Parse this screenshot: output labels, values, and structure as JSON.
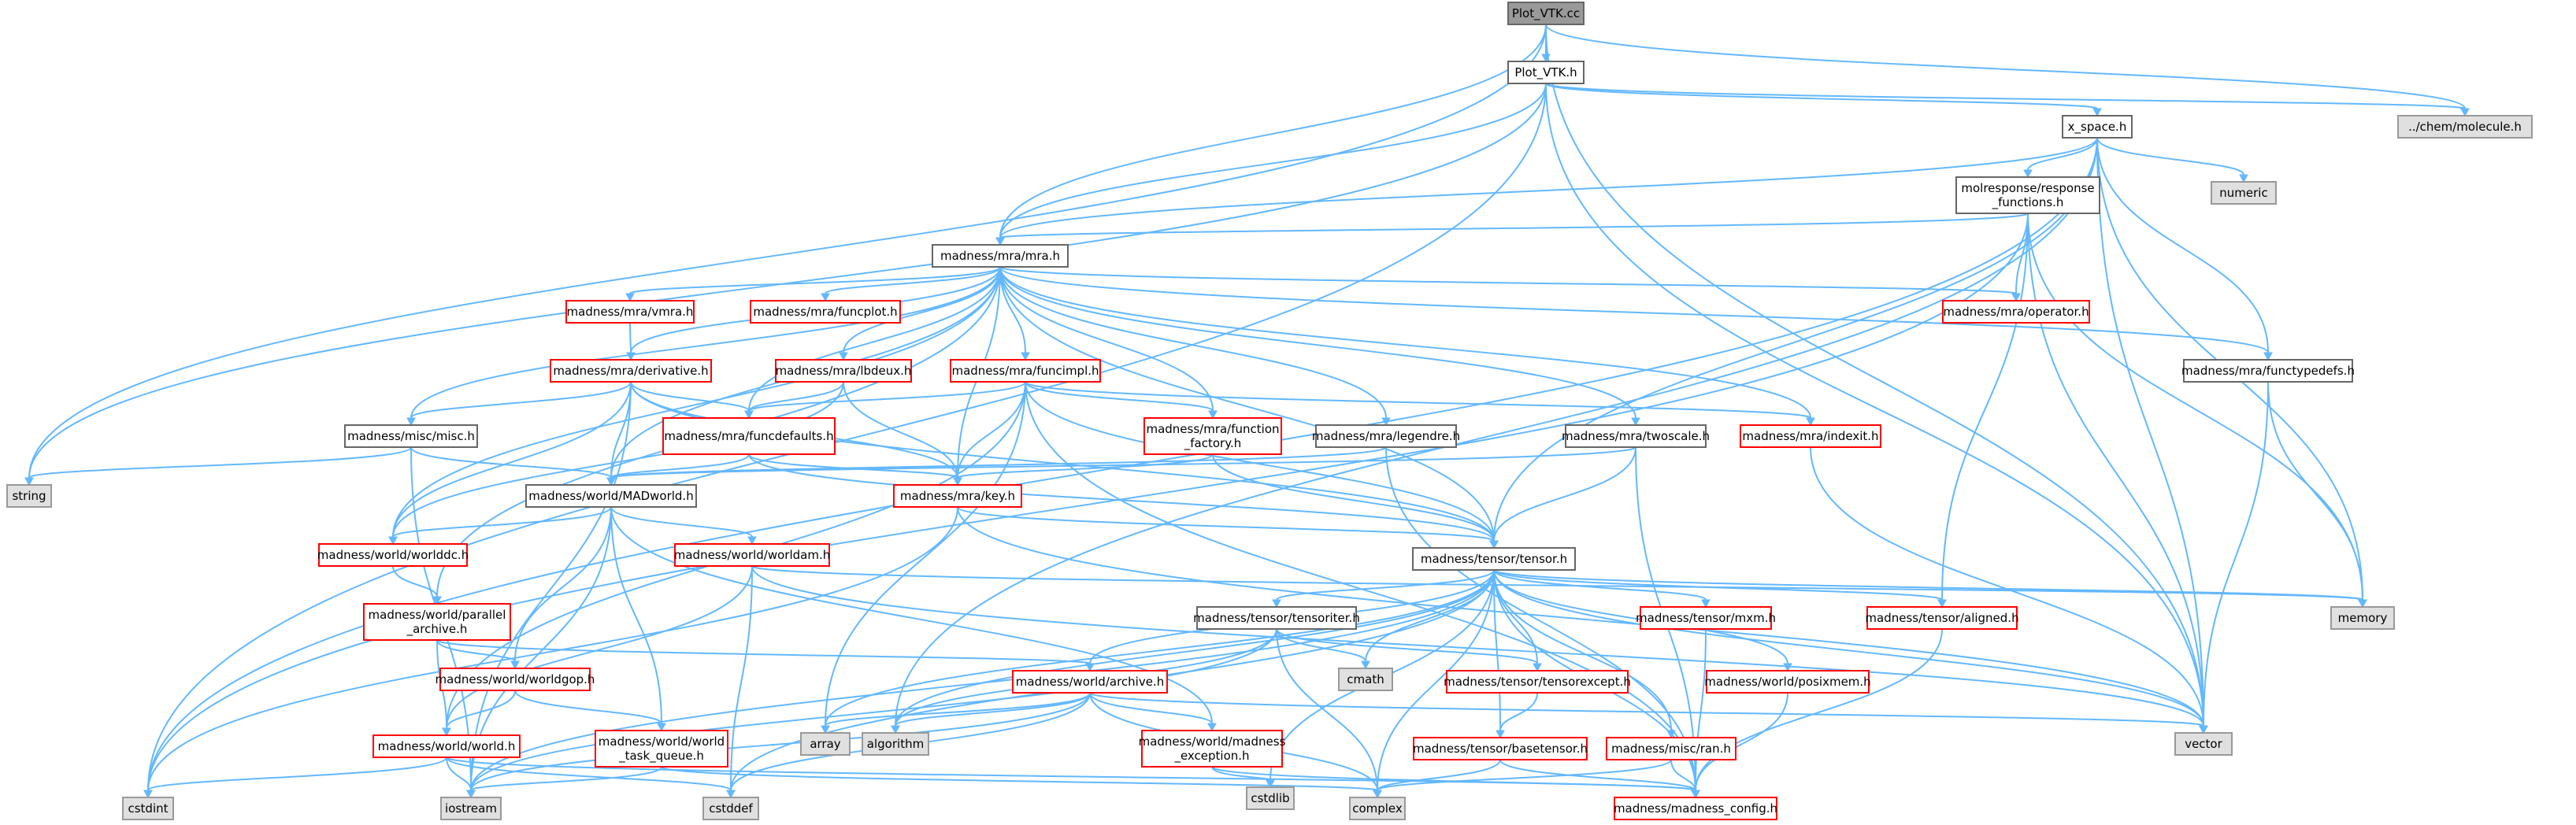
{
  "colors": {
    "root_fill": "#999999",
    "root_stroke": "#666666",
    "node_fill": "#ffffff",
    "node_stroke_normal": "#666666",
    "node_stroke_truncated": "#ff0000",
    "system_fill": "#e0e0e0",
    "system_stroke": "#999999",
    "edge": "#63b8ff"
  },
  "nodes": {
    "plot_vtk_cc": {
      "lines": [
        "Plot_VTK.cc"
      ],
      "kind": "root"
    },
    "plot_vtk_h": {
      "lines": [
        "Plot_VTK.h"
      ],
      "kind": "normal"
    },
    "chem_molecule": {
      "lines": [
        "../chem/molecule.h"
      ],
      "kind": "system"
    },
    "x_space": {
      "lines": [
        "x_space.h"
      ],
      "kind": "normal"
    },
    "molresponse": {
      "lines": [
        "molresponse/response",
        "_functions.h"
      ],
      "kind": "normal"
    },
    "numeric": {
      "lines": [
        "numeric"
      ],
      "kind": "system"
    },
    "mra": {
      "lines": [
        "madness/mra/mra.h"
      ],
      "kind": "normal"
    },
    "vmra": {
      "lines": [
        "madness/mra/vmra.h"
      ],
      "kind": "truncated"
    },
    "funcplot": {
      "lines": [
        "madness/mra/funcplot.h"
      ],
      "kind": "truncated"
    },
    "operator": {
      "lines": [
        "madness/mra/operator.h"
      ],
      "kind": "truncated"
    },
    "derivative": {
      "lines": [
        "madness/mra/derivative.h"
      ],
      "kind": "truncated"
    },
    "lbdeux": {
      "lines": [
        "madness/mra/lbdeux.h"
      ],
      "kind": "truncated"
    },
    "funcimpl": {
      "lines": [
        "madness/mra/funcimpl.h"
      ],
      "kind": "truncated"
    },
    "functypedefs": {
      "lines": [
        "madness/mra/functypedefs.h"
      ],
      "kind": "normal"
    },
    "misc": {
      "lines": [
        "madness/misc/misc.h"
      ],
      "kind": "normal"
    },
    "funcdefaults": {
      "lines": [
        "madness/mra/funcdefaults.h"
      ],
      "kind": "truncated"
    },
    "function_factory": {
      "lines": [
        "madness/mra/function",
        "_factory.h"
      ],
      "kind": "truncated"
    },
    "legendre": {
      "lines": [
        "madness/mra/legendre.h"
      ],
      "kind": "normal"
    },
    "twoscale": {
      "lines": [
        "madness/mra/twoscale.h"
      ],
      "kind": "normal"
    },
    "indexit": {
      "lines": [
        "madness/mra/indexit.h"
      ],
      "kind": "truncated"
    },
    "string": {
      "lines": [
        "string"
      ],
      "kind": "system"
    },
    "madworld": {
      "lines": [
        "madness/world/MADworld.h"
      ],
      "kind": "normal"
    },
    "key": {
      "lines": [
        "madness/mra/key.h"
      ],
      "kind": "truncated"
    },
    "worlddc": {
      "lines": [
        "madness/world/worlddc.h"
      ],
      "kind": "truncated"
    },
    "worldam": {
      "lines": [
        "madness/world/worldam.h"
      ],
      "kind": "truncated"
    },
    "tensor": {
      "lines": [
        "madness/tensor/tensor.h"
      ],
      "kind": "normal"
    },
    "memory": {
      "lines": [
        "memory"
      ],
      "kind": "system"
    },
    "parallel_archive": {
      "lines": [
        "madness/world/parallel",
        "_archive.h"
      ],
      "kind": "truncated"
    },
    "tensoriter": {
      "lines": [
        "madness/tensor/tensoriter.h"
      ],
      "kind": "normal"
    },
    "mxm": {
      "lines": [
        "madness/tensor/mxm.h"
      ],
      "kind": "truncated"
    },
    "aligned": {
      "lines": [
        "madness/tensor/aligned.h"
      ],
      "kind": "truncated"
    },
    "cmath": {
      "lines": [
        "cmath"
      ],
      "kind": "system"
    },
    "worldgop": {
      "lines": [
        "madness/world/worldgop.h"
      ],
      "kind": "truncated"
    },
    "archive": {
      "lines": [
        "madness/world/archive.h"
      ],
      "kind": "truncated"
    },
    "tensorexcept": {
      "lines": [
        "madness/tensor/tensorexcept.h"
      ],
      "kind": "truncated"
    },
    "posixmem": {
      "lines": [
        "madness/world/posixmem.h"
      ],
      "kind": "truncated"
    },
    "array": {
      "lines": [
        "array"
      ],
      "kind": "system"
    },
    "algorithm": {
      "lines": [
        "algorithm"
      ],
      "kind": "system"
    },
    "vector": {
      "lines": [
        "vector"
      ],
      "kind": "system"
    },
    "world": {
      "lines": [
        "madness/world/world.h"
      ],
      "kind": "truncated"
    },
    "task_queue": {
      "lines": [
        "madness/world/world",
        "_task_queue.h"
      ],
      "kind": "truncated"
    },
    "madness_exception": {
      "lines": [
        "madness/world/madness",
        "_exception.h"
      ],
      "kind": "truncated"
    },
    "basetensor": {
      "lines": [
        "madness/tensor/basetensor.h"
      ],
      "kind": "truncated"
    },
    "ran": {
      "lines": [
        "madness/misc/ran.h"
      ],
      "kind": "truncated"
    },
    "cstdlib": {
      "lines": [
        "cstdlib"
      ],
      "kind": "system"
    },
    "cstdint": {
      "lines": [
        "cstdint"
      ],
      "kind": "system"
    },
    "iostream": {
      "lines": [
        "iostream"
      ],
      "kind": "system"
    },
    "cstddef": {
      "lines": [
        "cstddef"
      ],
      "kind": "system"
    },
    "complex": {
      "lines": [
        "complex"
      ],
      "kind": "system"
    },
    "madness_config": {
      "lines": [
        "madness/madness_config.h"
      ],
      "kind": "truncated"
    }
  },
  "edges": [
    [
      "plot_vtk_cc",
      "plot_vtk_h"
    ],
    [
      "plot_vtk_cc",
      "chem_molecule"
    ],
    [
      "plot_vtk_cc",
      "mra"
    ],
    [
      "plot_vtk_cc",
      "string"
    ],
    [
      "plot_vtk_cc",
      "vector"
    ],
    [
      "plot_vtk_h",
      "chem_molecule"
    ],
    [
      "plot_vtk_h",
      "x_space"
    ],
    [
      "plot_vtk_h",
      "mra"
    ],
    [
      "plot_vtk_h",
      "string"
    ],
    [
      "plot_vtk_h",
      "cstdint"
    ],
    [
      "plot_vtk_h",
      "vector"
    ],
    [
      "x_space",
      "molresponse"
    ],
    [
      "x_space",
      "numeric"
    ],
    [
      "x_space",
      "mra"
    ],
    [
      "x_space",
      "functypedefs"
    ],
    [
      "x_space",
      "memory"
    ],
    [
      "x_space",
      "vector"
    ],
    [
      "x_space",
      "cstdint"
    ],
    [
      "x_space",
      "tensor"
    ],
    [
      "x_space",
      "algorithm"
    ],
    [
      "molresponse",
      "mra"
    ],
    [
      "molresponse",
      "operator"
    ],
    [
      "molresponse",
      "memory"
    ],
    [
      "molresponse",
      "vector"
    ],
    [
      "molresponse",
      "cstdint"
    ],
    [
      "molresponse",
      "aligned"
    ],
    [
      "mra",
      "vmra"
    ],
    [
      "mra",
      "funcplot"
    ],
    [
      "mra",
      "operator"
    ],
    [
      "mra",
      "derivative"
    ],
    [
      "mra",
      "lbdeux"
    ],
    [
      "mra",
      "funcimpl"
    ],
    [
      "mra",
      "functypedefs"
    ],
    [
      "mra",
      "misc"
    ],
    [
      "mra",
      "funcdefaults"
    ],
    [
      "mra",
      "function_factory"
    ],
    [
      "mra",
      "legendre"
    ],
    [
      "mra",
      "twoscale"
    ],
    [
      "mra",
      "indexit"
    ],
    [
      "mra",
      "madworld"
    ],
    [
      "mra",
      "key"
    ],
    [
      "mra",
      "worlddc"
    ],
    [
      "mra",
      "tensor"
    ],
    [
      "mra",
      "parallel_archive"
    ],
    [
      "vmra",
      "derivative"
    ],
    [
      "derivative",
      "misc"
    ],
    [
      "derivative",
      "funcdefaults"
    ],
    [
      "derivative",
      "madworld"
    ],
    [
      "derivative",
      "key"
    ],
    [
      "derivative",
      "worlddc"
    ],
    [
      "derivative",
      "tensor"
    ],
    [
      "derivative",
      "iostream"
    ],
    [
      "lbdeux",
      "funcdefaults"
    ],
    [
      "lbdeux",
      "key"
    ],
    [
      "lbdeux",
      "worlddc"
    ],
    [
      "funcimpl",
      "funcdefaults"
    ],
    [
      "funcimpl",
      "function_factory"
    ],
    [
      "funcimpl",
      "indexit"
    ],
    [
      "funcimpl",
      "key"
    ],
    [
      "funcimpl",
      "tensor"
    ],
    [
      "funcimpl",
      "world"
    ],
    [
      "funcimpl",
      "array"
    ],
    [
      "funcimpl",
      "madness_config"
    ],
    [
      "functypedefs",
      "memory"
    ],
    [
      "functypedefs",
      "vector"
    ],
    [
      "misc",
      "string"
    ],
    [
      "misc",
      "madworld"
    ],
    [
      "misc",
      "iostream"
    ],
    [
      "funcdefaults",
      "madworld"
    ],
    [
      "funcdefaults",
      "key"
    ],
    [
      "funcdefaults",
      "tensor"
    ],
    [
      "function_factory",
      "key"
    ],
    [
      "function_factory",
      "tensor"
    ],
    [
      "legendre",
      "madworld"
    ],
    [
      "legendre",
      "madness_config"
    ],
    [
      "twoscale",
      "madworld"
    ],
    [
      "twoscale",
      "tensor"
    ],
    [
      "twoscale",
      "madness_config"
    ],
    [
      "indexit",
      "vector"
    ],
    [
      "madworld",
      "worlddc"
    ],
    [
      "madworld",
      "worldam"
    ],
    [
      "madworld",
      "worldgop"
    ],
    [
      "madworld",
      "task_queue"
    ],
    [
      "madworld",
      "iostream"
    ],
    [
      "madworld",
      "madness_exception"
    ],
    [
      "key",
      "tensor"
    ],
    [
      "key",
      "vector"
    ],
    [
      "key",
      "cstdint"
    ],
    [
      "worlddc",
      "parallel_archive"
    ],
    [
      "worldam",
      "memory"
    ],
    [
      "worldam",
      "world"
    ],
    [
      "worldam",
      "cstddef"
    ],
    [
      "worldam",
      "vector"
    ],
    [
      "tensor",
      "memory"
    ],
    [
      "tensor",
      "tensoriter"
    ],
    [
      "tensor",
      "mxm"
    ],
    [
      "tensor",
      "aligned"
    ],
    [
      "tensor",
      "cmath"
    ],
    [
      "tensor",
      "archive"
    ],
    [
      "tensor",
      "tensorexcept"
    ],
    [
      "tensor",
      "posixmem"
    ],
    [
      "tensor",
      "array"
    ],
    [
      "tensor",
      "algorithm"
    ],
    [
      "tensor",
      "vector"
    ],
    [
      "tensor",
      "basetensor"
    ],
    [
      "tensor",
      "ran"
    ],
    [
      "tensor",
      "cstdlib"
    ],
    [
      "tensor",
      "iostream"
    ],
    [
      "tensor",
      "cstddef"
    ],
    [
      "tensor",
      "complex"
    ],
    [
      "tensor",
      "madness_config"
    ],
    [
      "parallel_archive",
      "archive"
    ],
    [
      "parallel_archive",
      "worldgop"
    ],
    [
      "parallel_archive",
      "world"
    ],
    [
      "tensoriter",
      "cmath"
    ],
    [
      "tensoriter",
      "tensorexcept"
    ],
    [
      "tensoriter",
      "algorithm"
    ],
    [
      "tensoriter",
      "iostream"
    ],
    [
      "tensoriter",
      "complex"
    ],
    [
      "mxm",
      "madness_config"
    ],
    [
      "aligned",
      "madness_config"
    ],
    [
      "worldgop",
      "world"
    ],
    [
      "worldgop",
      "task_queue"
    ],
    [
      "archive",
      "array"
    ],
    [
      "archive",
      "algorithm"
    ],
    [
      "archive",
      "vector"
    ],
    [
      "archive",
      "madness_exception"
    ],
    [
      "archive",
      "iostream"
    ],
    [
      "archive",
      "cstddef"
    ],
    [
      "archive",
      "complex"
    ],
    [
      "tensorexcept",
      "basetensor"
    ],
    [
      "posixmem",
      "madness_config"
    ],
    [
      "world",
      "cstdint"
    ],
    [
      "world",
      "iostream"
    ],
    [
      "world",
      "cstddef"
    ],
    [
      "world",
      "madness_config"
    ],
    [
      "task_queue",
      "iostream"
    ],
    [
      "task_queue",
      "complex"
    ],
    [
      "madness_exception",
      "cstdlib"
    ],
    [
      "madness_exception",
      "madness_config"
    ],
    [
      "basetensor",
      "complex"
    ],
    [
      "basetensor",
      "madness_config"
    ],
    [
      "ran",
      "complex"
    ],
    [
      "ran",
      "madness_config"
    ]
  ]
}
